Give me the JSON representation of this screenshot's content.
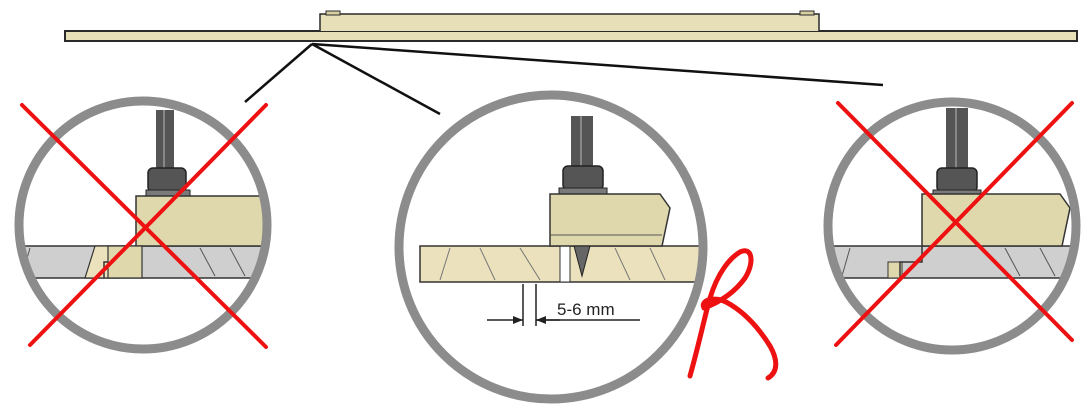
{
  "diagram": {
    "dimension_label": "5-6 mm",
    "details": [
      {
        "id": "left",
        "verdict": "incorrect",
        "mark": "red-x"
      },
      {
        "id": "center",
        "verdict": "correct",
        "mark": "red-check"
      },
      {
        "id": "right",
        "verdict": "incorrect",
        "mark": "red-x"
      }
    ],
    "colors": {
      "panel": "#e6dfb8",
      "panel_stroke": "#2a2a2a",
      "clip": "#e0d8ad",
      "ring": "#8c8c8c",
      "mark_red": "#ee1111",
      "grey_board": "#cfcfcf",
      "beige_board": "#ebe2bd",
      "leader_line": "#111111"
    }
  }
}
